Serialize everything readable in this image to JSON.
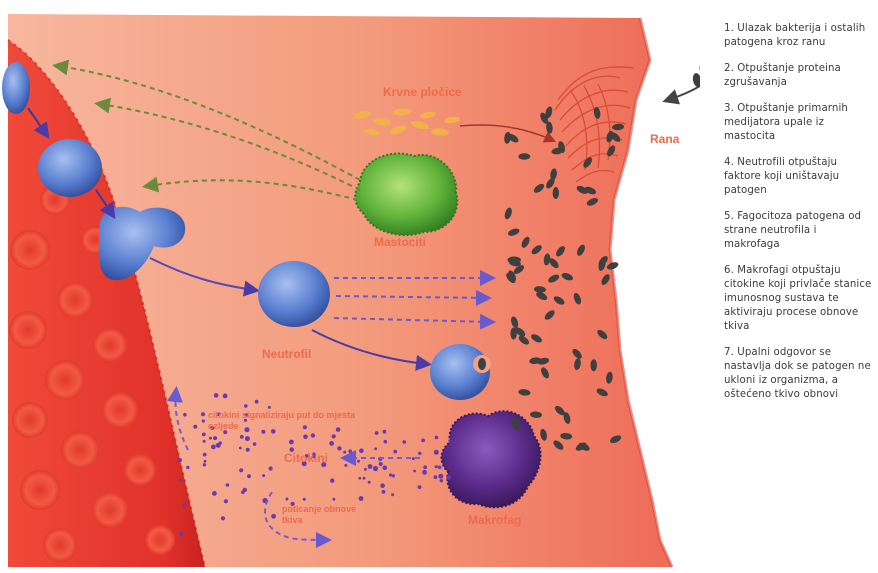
{
  "labels": {
    "platelets": "Krvne pločice",
    "wound": "Rana",
    "mast_cell": "Mastociti",
    "neutrophil": "Neutrofil",
    "cytokines": "Citokini",
    "cytokine_signal": "citokini signaliziraju put do mjesta ozljede",
    "cytokine_signal_line1": "citokini signaliziraju put do mjesta",
    "cytokine_signal_line2": "ozljede",
    "tissue_repair": "poticanje obnove tkiva",
    "tissue_repair_line1": "poticanje obnove",
    "tissue_repair_line2": "tkiva",
    "macrophage": "Makrofag"
  },
  "steps": [
    "1. Ulazak bakterija i ostalih patogena kroz ranu",
    "2. Otpuštanje proteina zgrušavanja",
    "3. Otpuštanje primarnih medijatora upale iz mastocita",
    "4. Neutrofili otpuštaju faktore koji uništavaju patogen",
    "5. Fagocitoza patogena od strane neutrofila i makrofaga",
    "6. Makrofagi otpuštaju citokine koji privlače stanice imunosnog sustava te aktiviraju procese obnove tkiva",
    "7. Upalni odgovor se nastavlja dok se patogen ne ukloni iz organizma, a oštećeno tkivo obnovi"
  ],
  "colors": {
    "tissue": "#f2a283",
    "vessel": "#e23a2a",
    "label": "#ec6a4e",
    "neutrophil": "#4f6fc4",
    "mast_cell": "#5aa832",
    "macrophage": "#5a2a8a",
    "pathogen": "#4a4a4a",
    "platelet": "#f2b24a",
    "mast_arrow": "#6b8a3a",
    "neutrophil_arrow": "#6a5acf"
  }
}
